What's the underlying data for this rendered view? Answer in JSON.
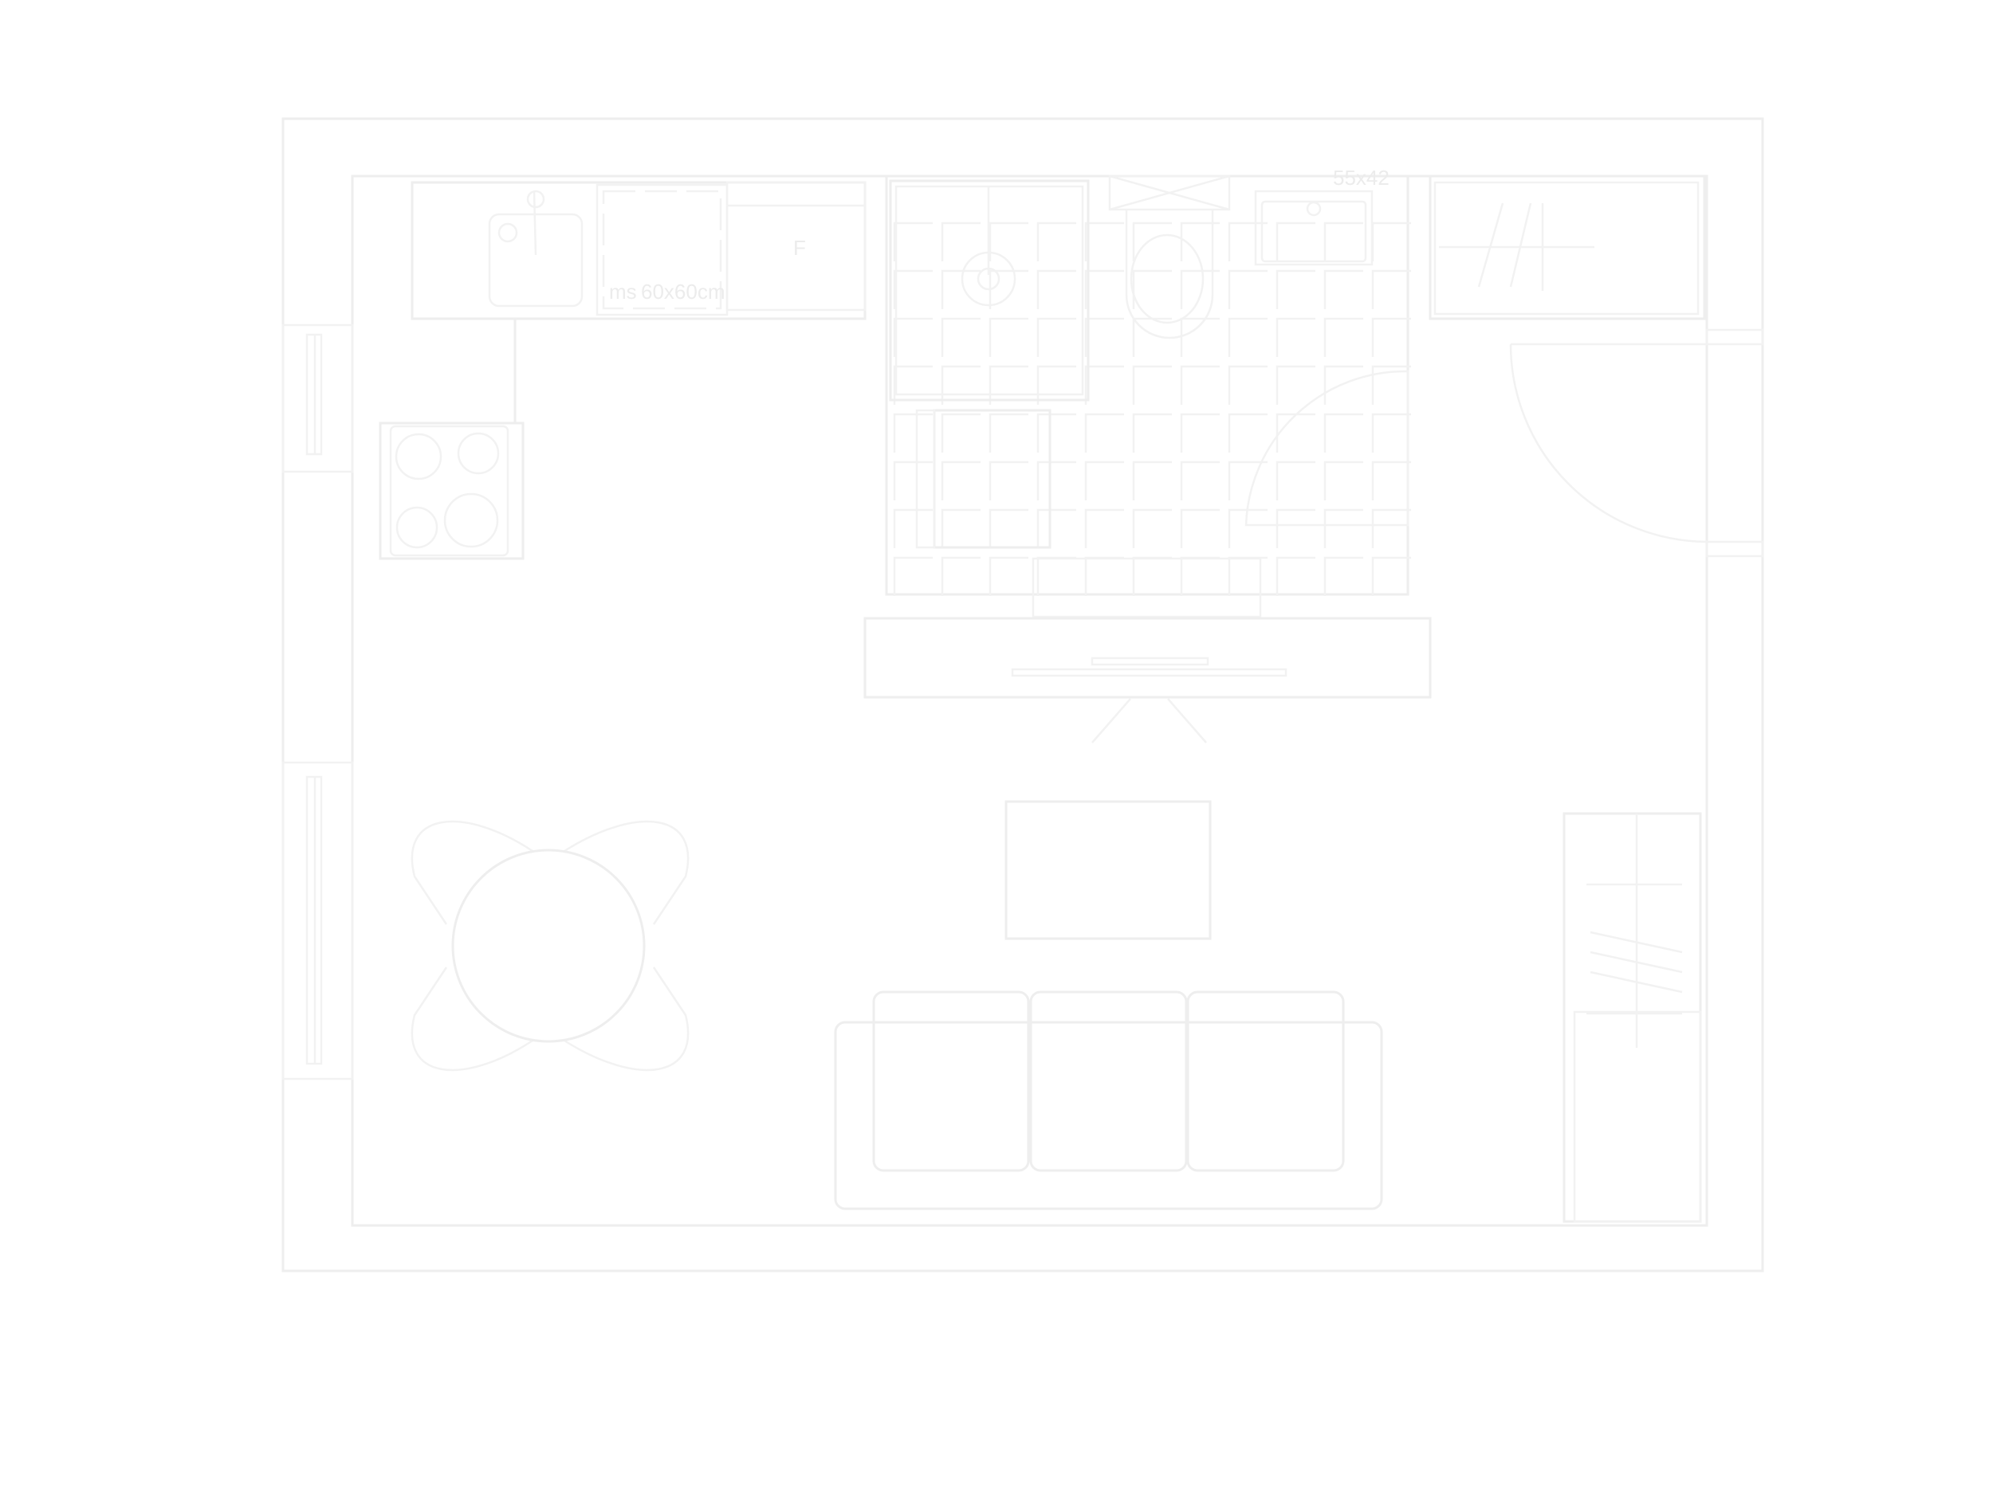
{
  "plan": {
    "labels": {
      "bath_sink_size": "55x42",
      "dishwasher_size": "60x60cm",
      "dishwasher_brand": "ms",
      "fridge_mark": "F"
    },
    "line_color": "#eeeeee",
    "background": "#ffffff"
  }
}
